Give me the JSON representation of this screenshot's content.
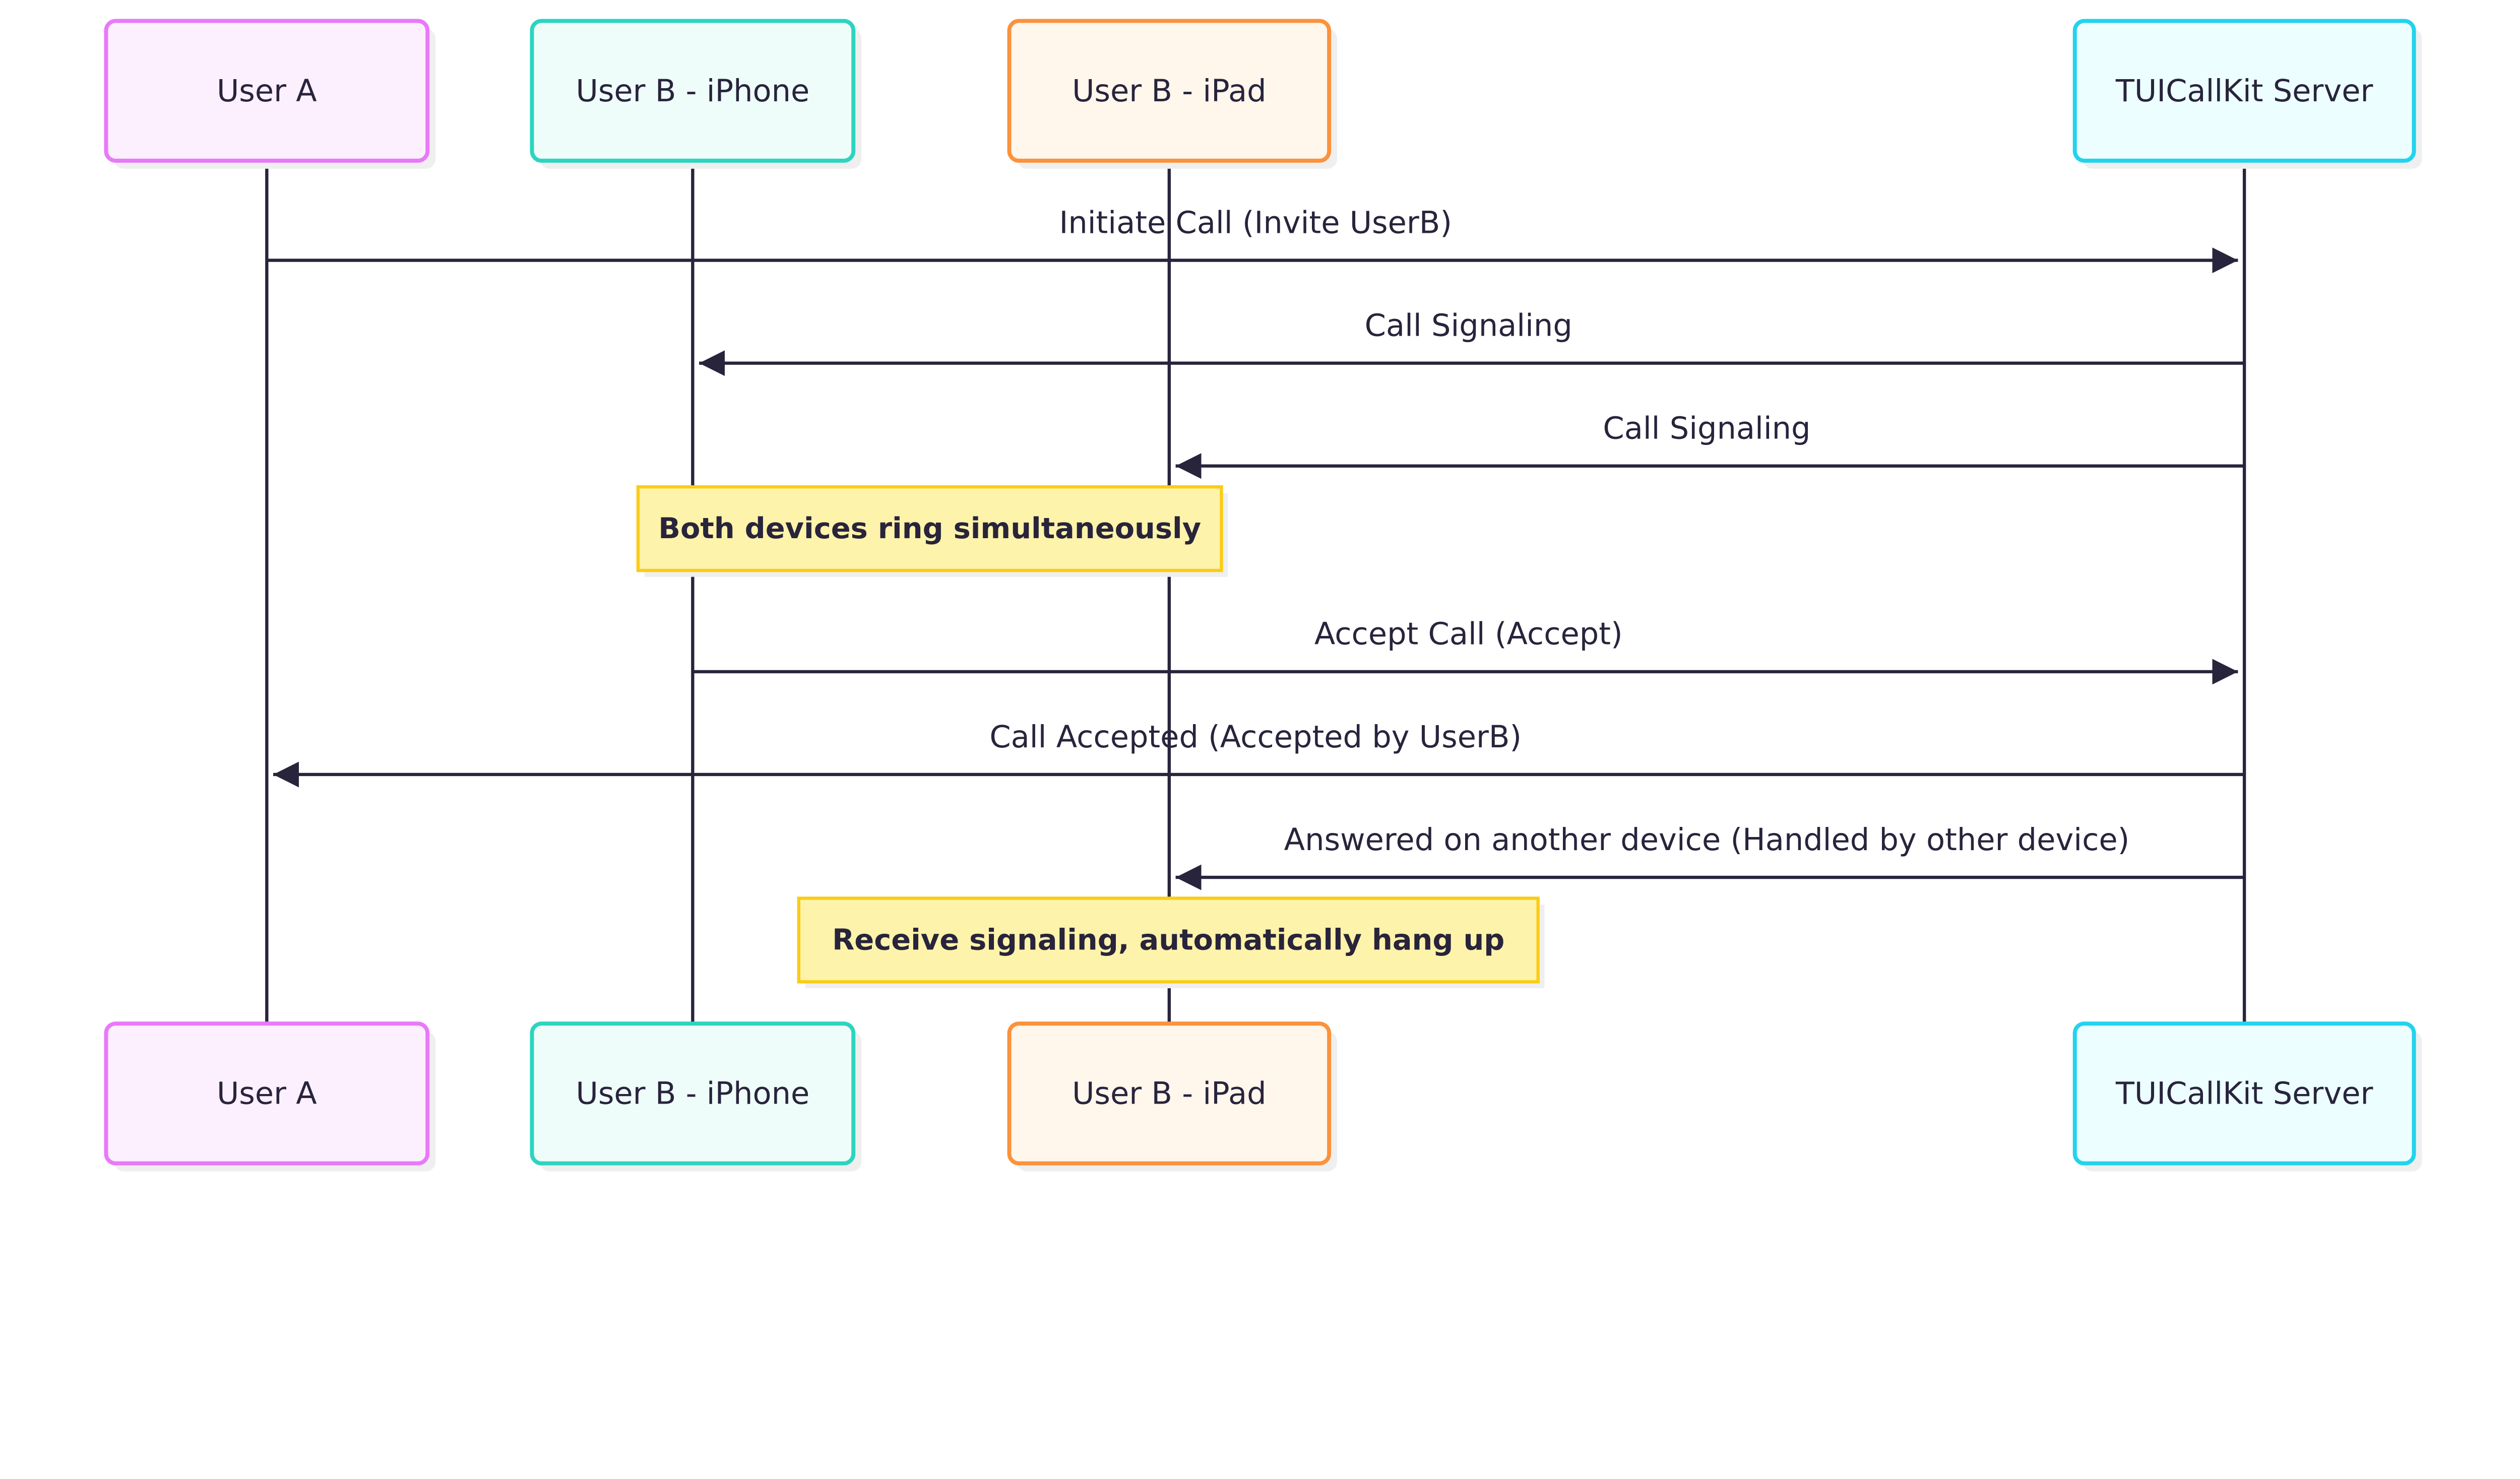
{
  "participants": [
    {
      "label": "User A",
      "border": "#e879f9",
      "fill": "#fdf0fe"
    },
    {
      "label": "User B - iPhone",
      "border": "#2dd4bf",
      "fill": "#effdfa"
    },
    {
      "label": "User B - iPad",
      "border": "#fb923c",
      "fill": "#fff6ec"
    },
    {
      "label": "TUICallKit Server",
      "border": "#22d3ee",
      "fill": "#ecfeff"
    }
  ],
  "messages": [
    {
      "from": 0,
      "to": 3,
      "label": "Initiate Call (Invite UserB)"
    },
    {
      "from": 3,
      "to": 1,
      "label": "Call Signaling"
    },
    {
      "from": 3,
      "to": 2,
      "label": "Call Signaling"
    },
    {
      "note": "Both devices ring simultaneously"
    },
    {
      "from": 1,
      "to": 3,
      "label": "Accept Call (Accept)"
    },
    {
      "from": 3,
      "to": 0,
      "label": "Call Accepted (Accepted by UserB)"
    },
    {
      "from": 3,
      "to": 2,
      "label": "Answered on another device (Handled by other device)"
    },
    {
      "note": "Receive signaling, automatically hang up"
    }
  ],
  "colors": {
    "line": "#28243c",
    "note_fill": "#fef3aa",
    "note_border": "#facc15",
    "shadow": "#efefef"
  }
}
